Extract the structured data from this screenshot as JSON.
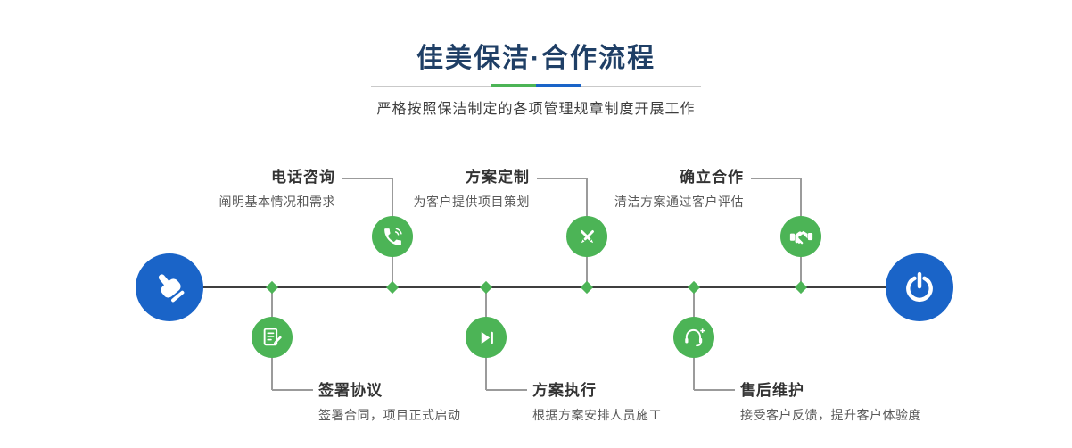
{
  "header": {
    "title": "佳美保洁·合作流程",
    "subtitle": "严格按照保洁制定的各项管理规章制度开展工作"
  },
  "colors": {
    "title_navy": "#1f3f66",
    "step_green": "#4cb456",
    "endpoint_blue": "#1a64c8",
    "timeline_dark": "#3f3f3f",
    "connector_gray": "#9b9b9b"
  },
  "endpoints": {
    "start_icon": "pointing-hand-icon",
    "end_icon": "power-icon"
  },
  "steps_top": [
    {
      "title": "电话咨询",
      "desc": "阐明基本情况和需求",
      "icon": "phone-icon"
    },
    {
      "title": "方案定制",
      "desc": "为客户提供项目策划",
      "icon": "pencil-tools-icon"
    },
    {
      "title": "确立合作",
      "desc": "清洁方案通过客户评估",
      "icon": "handshake-icon"
    }
  ],
  "steps_bottom": [
    {
      "title": "签署协议",
      "desc": "签署合同，项目正式启动",
      "icon": "contract-icon"
    },
    {
      "title": "方案执行",
      "desc": "根据方案安排人员施工",
      "icon": "play-icon"
    },
    {
      "title": "售后维护",
      "desc": "接受客户反馈，提升客户体验度",
      "icon": "headset-icon"
    }
  ]
}
